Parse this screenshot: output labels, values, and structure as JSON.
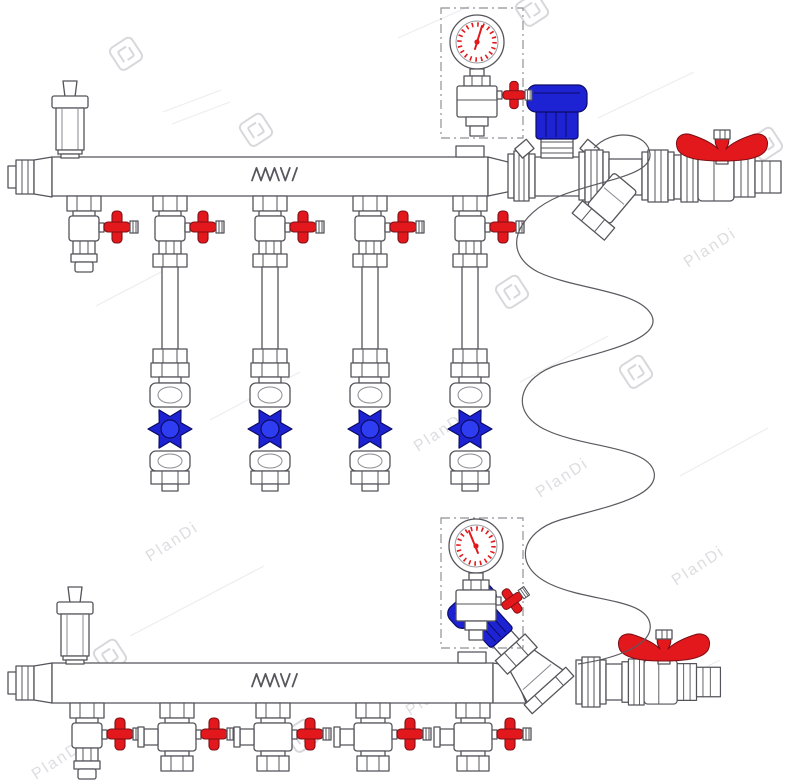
{
  "watermark": {
    "text": "PlanDi"
  },
  "brand": {
    "mark": "MVI"
  },
  "colors": {
    "red": "#e2181c",
    "blue": "#1d22d3",
    "blue_light": "#2e3cf2",
    "outline": "#54545a",
    "watermark": "#d8d8dc",
    "dashed_box": "#8f8f98"
  },
  "assembly": {
    "top_manifold": {
      "outlets": 5,
      "riser_valves": 4,
      "pressure_gauge_kits": 1,
      "ball_valves": 1
    },
    "bottom_manifold": {
      "outlets": 5,
      "pressure_gauge_kits": 1,
      "ball_valves": 1
    }
  }
}
